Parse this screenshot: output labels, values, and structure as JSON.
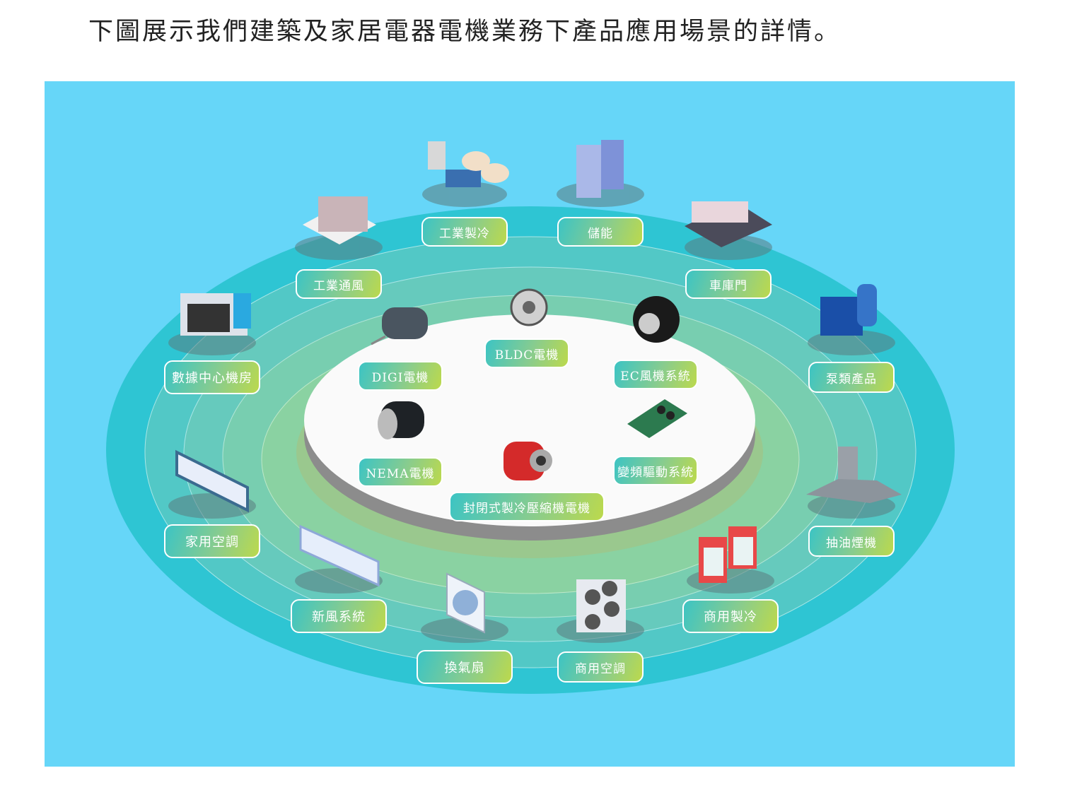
{
  "title": "下圖展示我們建築及家居電器電機業務下產品應用場景的詳情。",
  "colors": {
    "background": "#66d6f8",
    "outer_ring": "#2ec5d3",
    "inner_disc": "#ffffff",
    "label_start": "#3cc4c4",
    "label_end": "#bcd94c"
  },
  "outer_labels": [
    "工業製冷",
    "儲能",
    "工業通風",
    "車庫門",
    "數據中心機房",
    "泵類產品",
    "家用空調",
    "抽油煙機",
    "新風系統",
    "商用製冷",
    "換氣扇",
    "商用空調"
  ],
  "inner_labels": [
    "BLDC電機",
    "DIGI電機",
    "EC風機系統",
    "NEMA電機",
    "變頻驅動系統",
    "封閉式製冷壓縮機電機"
  ]
}
